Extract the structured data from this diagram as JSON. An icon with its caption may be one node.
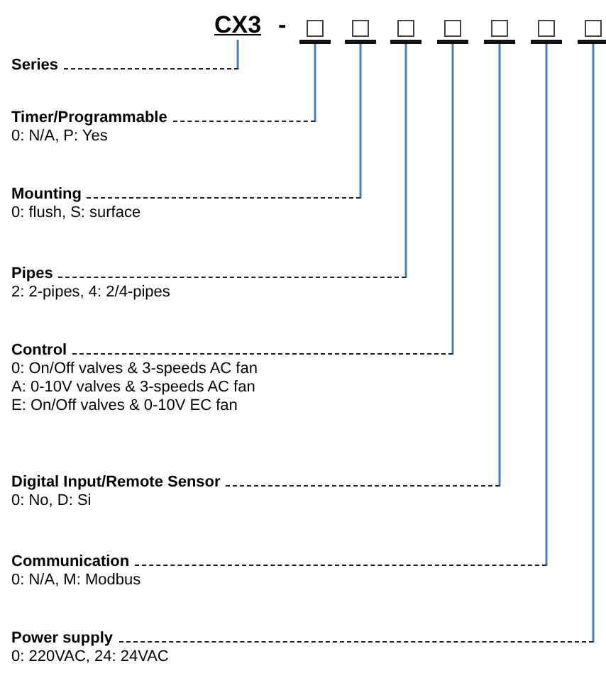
{
  "diagram": {
    "nodes": [
      {
        "text": [
          "CX3"
        ]
      },
      {
        "text": [],
        "shape": "box"
      },
      {
        "text": [],
        "shape": "box"
      },
      {
        "text": [],
        "shape": "box"
      },
      {
        "text": [],
        "shape": "box"
      },
      {
        "text": [],
        "shape": "box"
      },
      {
        "text": [],
        "shape": "box"
      },
      {
        "text": [],
        "shape": "box"
      },
      {
        "text": [
          "Series"
        ]
      },
      {
        "text": [
          "Timer/Programmable",
          "0: N/A,  P: Yes"
        ]
      },
      {
        "text": [
          "Mounting",
          "0: flush, S: surface"
        ]
      },
      {
        "text": [
          "Pipes",
          "2: 2-pipes, 4: 2/4-pipes"
        ]
      },
      {
        "text": [
          "Control",
          "0: On/Off valves & 3-speeds AC fan",
          "A: 0-10V valves &  3-speeds AC fan",
          "E: On/Off valves & 0-10V EC fan"
        ]
      },
      {
        "text": [
          "Digital Input/Remote Sensor",
          "0: No, D: Si"
        ]
      },
      {
        "text": [
          "Communication",
          "0: N/A, M: Modbus"
        ]
      },
      {
        "text": [
          "Power supply",
          "0: 220VAC, 24: 24VAC"
        ]
      }
    ],
    "edges": [
      {
        "from": 8,
        "to": 0,
        "arrow": "none"
      },
      {
        "from": 9,
        "to": 1,
        "arrow": "none"
      },
      {
        "from": 10,
        "to": 2,
        "arrow": "none"
      },
      {
        "from": 11,
        "to": 3,
        "arrow": "none"
      },
      {
        "from": 12,
        "to": 4,
        "arrow": "none"
      },
      {
        "from": 13,
        "to": 5,
        "arrow": "none"
      },
      {
        "from": 14,
        "to": 6,
        "arrow": "none"
      },
      {
        "from": 15,
        "to": 7,
        "arrow": "none"
      }
    ],
    "labels": [
      "-"
    ]
  }
}
